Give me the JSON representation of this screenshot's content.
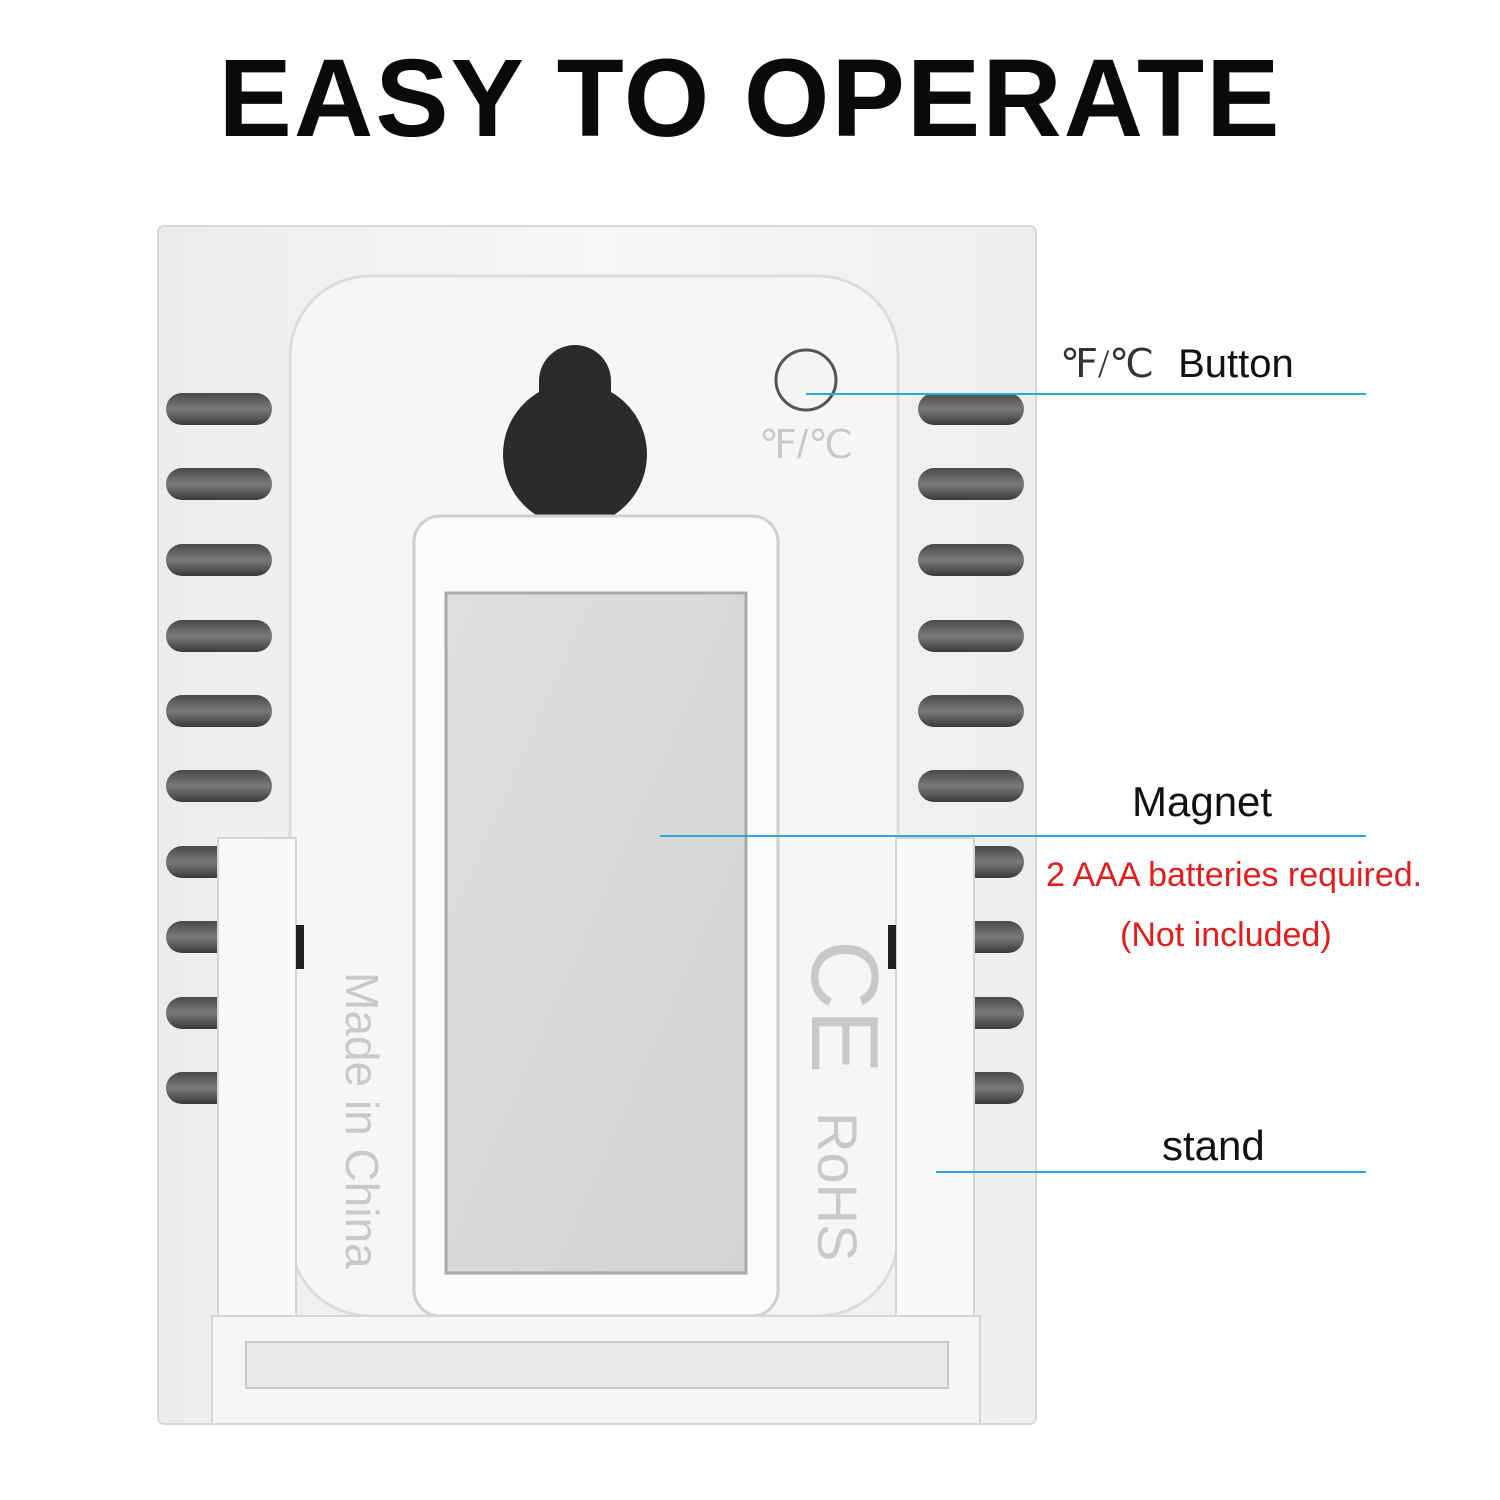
{
  "headline": "EASY TO OPERATE",
  "device": {
    "button_engraving": "℉/℃",
    "side_text": "Made in China",
    "rohs_mark": "RoHS",
    "ce_mark": "CE"
  },
  "callouts": {
    "button_unit": "℉/℃",
    "button_label": "Button",
    "magnet_label": "Magnet",
    "battery_label": "2 AAA batteries required.",
    "battery_note": "(Not included)",
    "stand_label": "stand"
  },
  "colors": {
    "headline": "#0a0a0a",
    "leader_line": "#2aa9d2",
    "warning_text": "#e11d1d"
  }
}
